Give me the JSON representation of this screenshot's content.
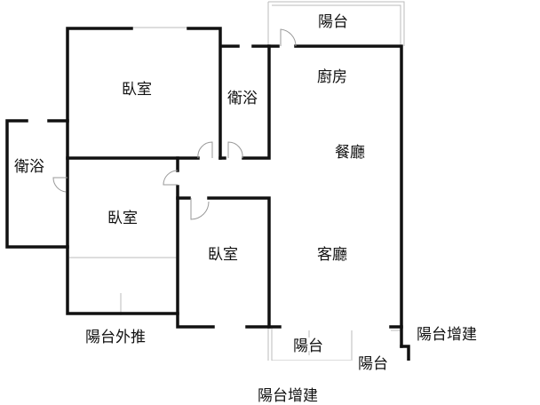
{
  "rooms": {
    "balcony_top": "陽台",
    "bedroom_1": "臥室",
    "bath_1": "衛浴",
    "kitchen": "廚房",
    "dining": "餐廳",
    "bath_2": "衛浴",
    "bedroom_2": "臥室",
    "bedroom_3": "臥室",
    "living": "客廳",
    "balcony_push": "陽台外推",
    "balcony_bottom": "陽台",
    "balcony_ext_right": "陽台增建",
    "balcony_small": "陽台",
    "balcony_ext_bottom": "陽台增建"
  },
  "colors": {
    "wall": "#111111",
    "thin": "#bbbbbb"
  }
}
